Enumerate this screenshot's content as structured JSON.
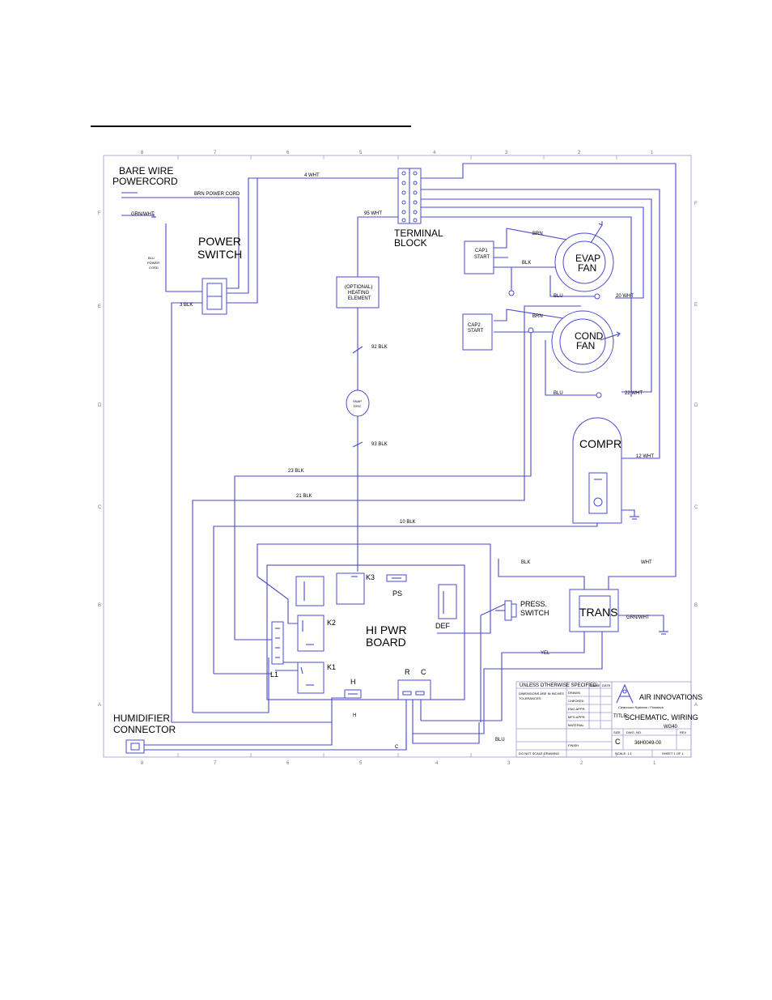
{
  "labels": {
    "bare_wire": "BARE WIRE",
    "powercord": "POWERCORD",
    "power": "POWER",
    "switch": "SWITCH",
    "terminal": "TERMINAL",
    "block": "BLOCK",
    "cap1_a": "CAP1",
    "cap1_b": "START",
    "cap2_a": "CAP2",
    "cap2_b": "START",
    "evap": "EVAP",
    "evap_fan": "FAN",
    "cond": "COND",
    "cond_fan": "FAN",
    "heat_a": "(OPTIONAL)",
    "heat_b": "HEATING",
    "heat_c": "ELEMENT",
    "snap_a": "SNAP",
    "snap_b": "DISC",
    "compr": "COMPR",
    "trans": "TRANS",
    "press_a": "PRESS.",
    "press_b": "SWITCH",
    "hi_pwr": "HI PWR",
    "board": "BOARD",
    "k1": "K1",
    "k2": "K2",
    "k3": "K3",
    "ps": "PS",
    "def": "DEF",
    "l1": "L1",
    "h": "H",
    "h_wire": "H",
    "r": "R",
    "c": "C",
    "c_wire": "C",
    "humid_a": "HUMIDIFIER",
    "humid_b": "CONNECTOR"
  },
  "wires": {
    "wht4": "4 WHT",
    "brn_cord": "BRN POWER CORD",
    "grn_wht": "GRN/WHT",
    "blu_cord_a": "BLU",
    "blu_cord_b": "POWER",
    "blu_cord_c": "CORD",
    "blk3": "3 BLK",
    "wht95": "95 WHT",
    "blk92": "92 BLK",
    "blk93": "93 BLK",
    "blk23": "23 BLK",
    "blk21": "21 BLK",
    "blk10": "10 BLK",
    "brn1": "BRN",
    "blk_evap": "BLK",
    "blu_evap": "BLU",
    "wht20": "20 WHT",
    "brn2": "BRN",
    "blu_cond": "BLU",
    "wht22": "22 WHT",
    "wht12": "12 WHT",
    "blk_trans": "BLK",
    "wht_trans": "WHT",
    "grn_wht_trans": "GRN/WHT",
    "yel": "YEL",
    "blu_bottom": "BLU"
  },
  "zones": {
    "top": [
      "8",
      "7",
      "6",
      "5",
      "4",
      "3",
      "2",
      "1"
    ],
    "bottom": [
      "8",
      "7",
      "6",
      "5",
      "4",
      "3",
      "2",
      "1"
    ],
    "left": [
      "F",
      "E",
      "D",
      "C",
      "B",
      "A"
    ],
    "right": [
      "F",
      "E",
      "D",
      "C",
      "B",
      "A"
    ]
  },
  "title_block": {
    "company": "AIR INNOVATIONS",
    "sub": "Cleanroom Systems / Floratech",
    "file_label": "TITLE:",
    "title_1": "SCHEMATIC, WIRING",
    "title_2": "WG40",
    "size_label": "SIZE",
    "size": "C",
    "dwg_label": "DWG. NO.",
    "dwg_no": "36H0049-00",
    "rev_label": "REV",
    "scale": "SCALE: 1:1",
    "sheet": "SHEET 1 OF 1",
    "drawn": "DRAWN",
    "checked": "CHECKED",
    "eng_appr": "ENG APPR.",
    "mfg_appr": "MFG APPR.",
    "name": "NAME",
    "date": "DATE",
    "material": "MATERIAL",
    "finish": "FINISH",
    "unless": "UNLESS OTHERWISE SPECIFIED:",
    "dim": "DIMENSIONS ARE IN INCHES",
    "tol": "TOLERANCES:",
    "no_scale": "DO NOT SCALE DRAWING"
  }
}
